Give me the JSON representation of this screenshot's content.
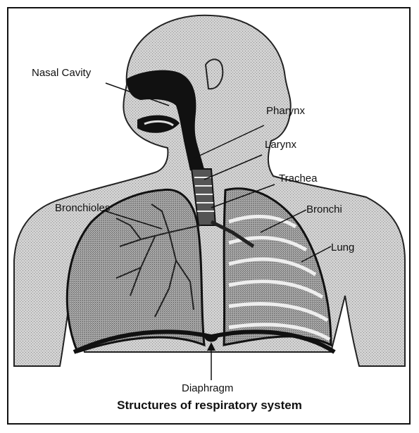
{
  "figure": {
    "caption": "Structures of respiratory system",
    "labels": {
      "nasal_cavity": "Nasal Cavity",
      "pharynx": "Pharynx",
      "larynx": "Larynx",
      "trachea": "Trachea",
      "bronchioles": "Bronchioles",
      "bronchi": "Bronchi",
      "lung": "Lung",
      "diaphragm": "Diaphragm"
    }
  }
}
